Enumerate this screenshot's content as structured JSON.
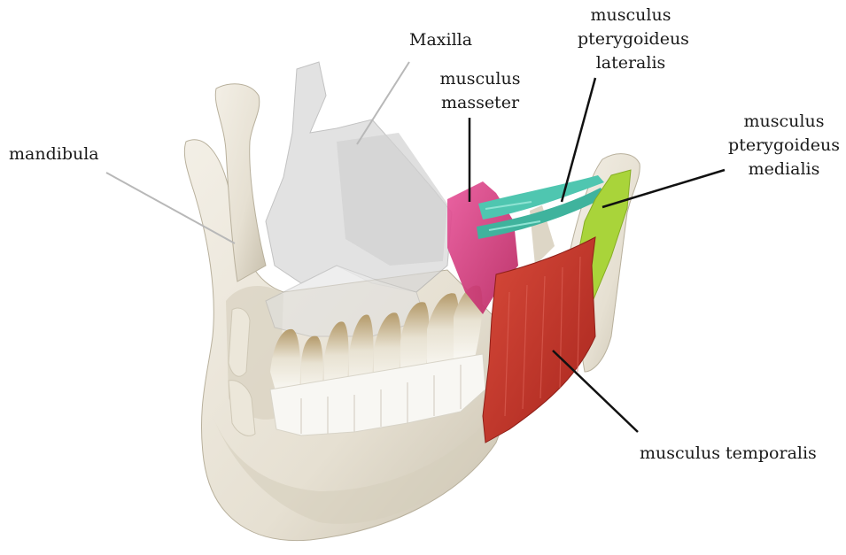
{
  "colors": {
    "bone": "#e9e4d8",
    "bone_shade": "#c9c1ae",
    "tooth": "#f4f2ec",
    "maxilla": "#d4d4d4",
    "masseter": "#d63c7e",
    "temporalis": "#c8342a",
    "pterygoideus_lateralis": "#4fc6b0",
    "pterygoideus_medialis": "#a9d43a",
    "dark_leader": "#111111",
    "light_leader": "#b8b8b8"
  },
  "labels": {
    "mandibula": "mandibula",
    "maxilla": "Maxilla",
    "masseter": [
      "musculus",
      "masseter"
    ],
    "pterygoideus_lateralis": [
      "musculus",
      "pterygoideus",
      "lateralis"
    ],
    "pterygoideus_medialis": [
      "musculus",
      "pterygoideus",
      "medialis"
    ],
    "temporalis": "musculus temporalis"
  }
}
